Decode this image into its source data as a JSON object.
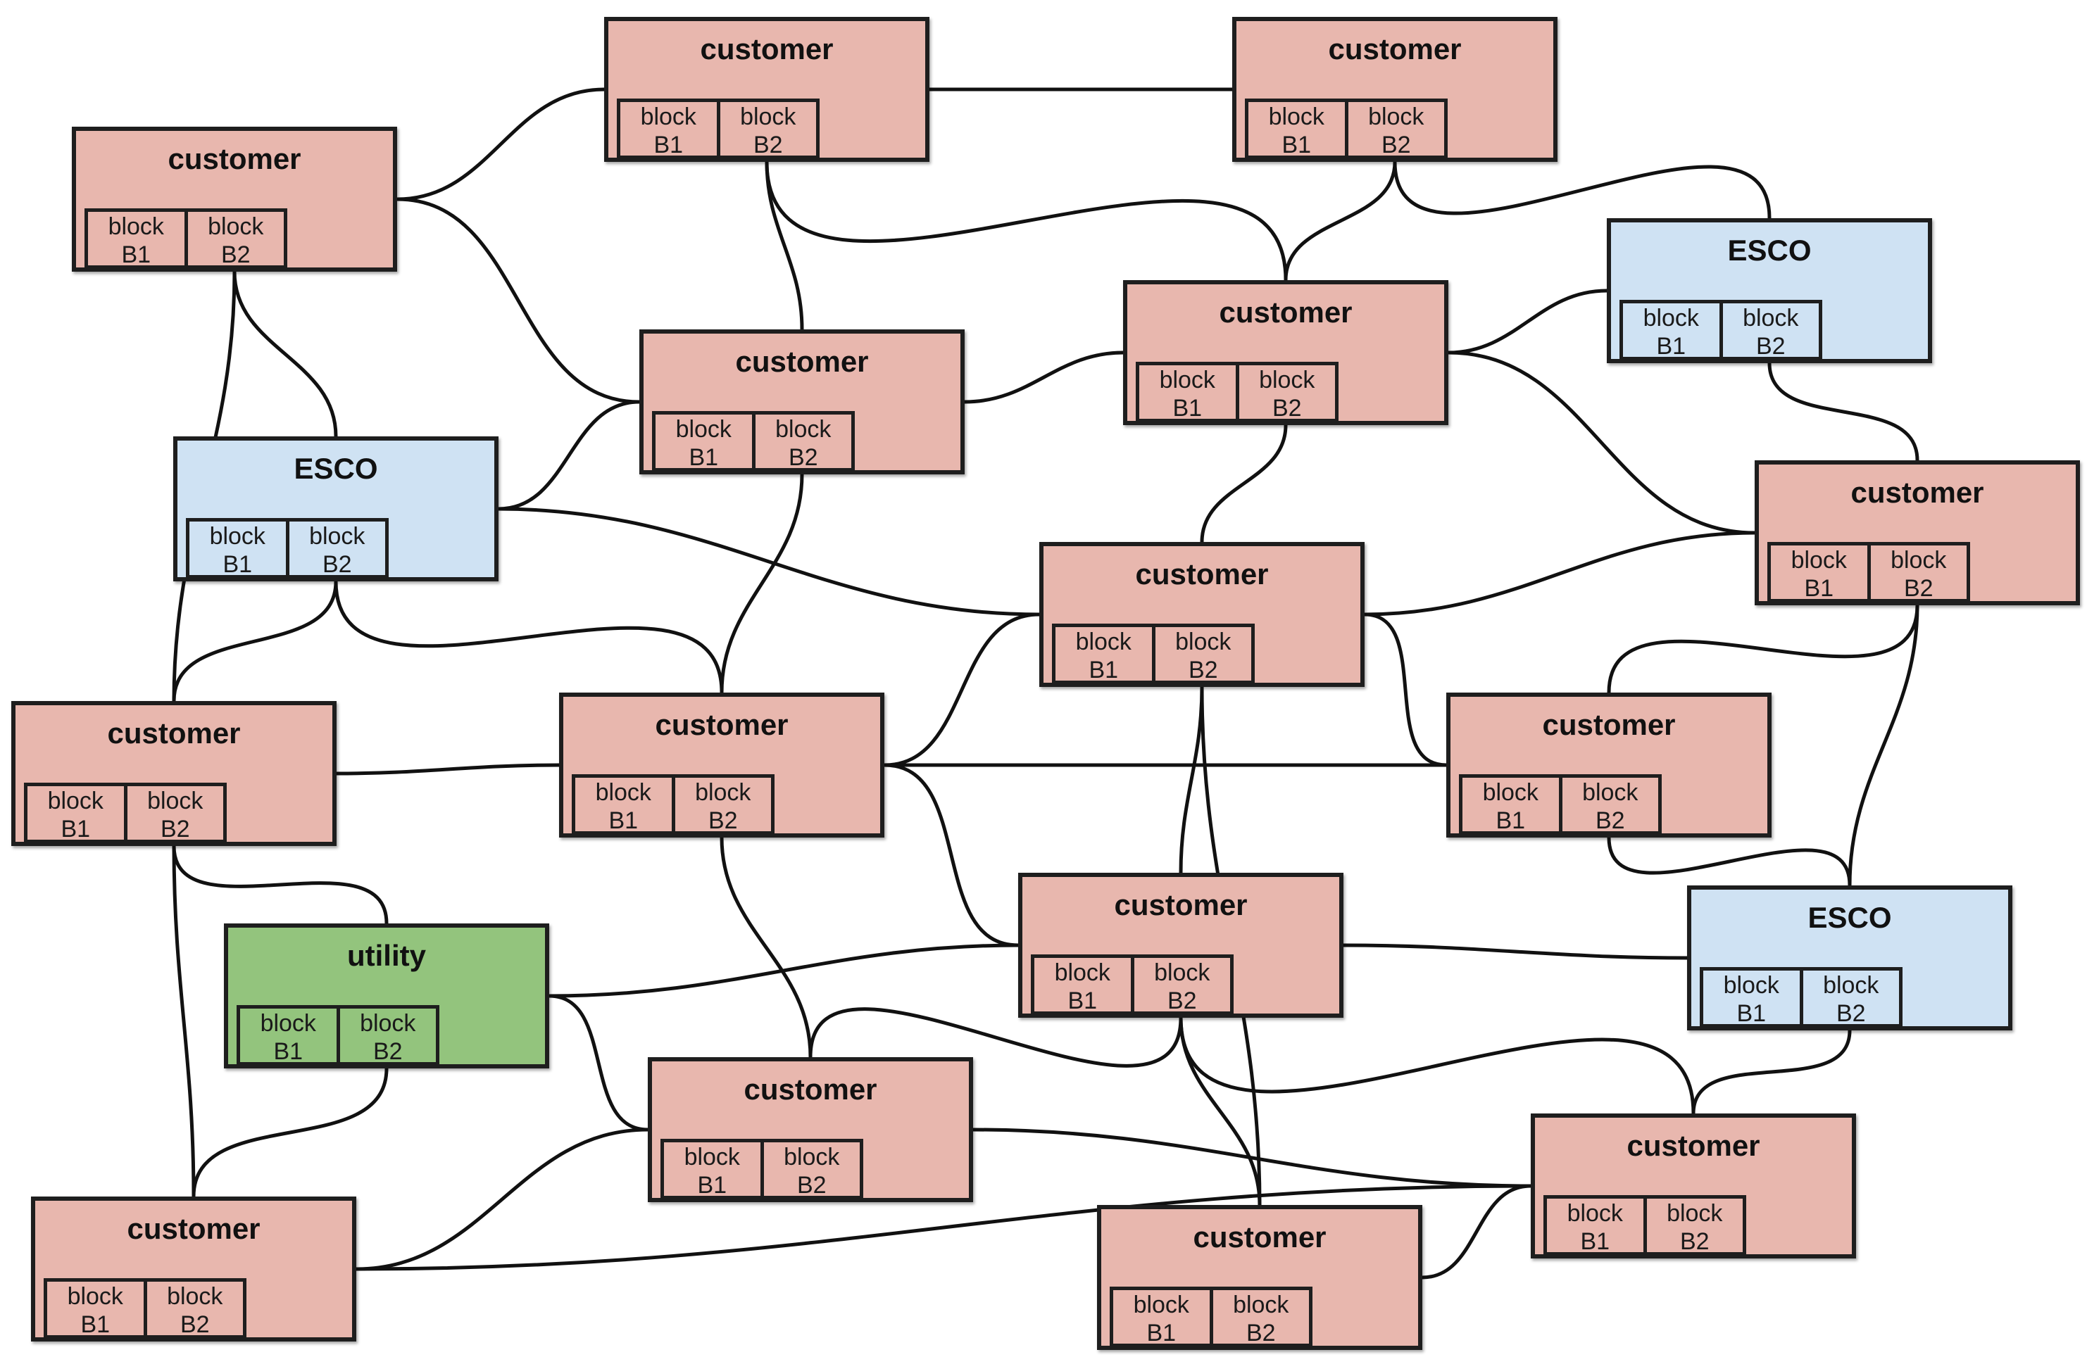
{
  "colors": {
    "customer": "#e8b7ae",
    "esco": "#cfe2f3",
    "utility": "#93c47d",
    "edge": "#111111"
  },
  "nodes": [
    {
      "id": "n1",
      "type": "customer",
      "title": "customer",
      "blocks": [
        {
          "line1": "block",
          "line2": "B1"
        },
        {
          "line1": "block",
          "line2": "B2"
        }
      ]
    },
    {
      "id": "n2",
      "type": "customer",
      "title": "customer",
      "blocks": [
        {
          "line1": "block",
          "line2": "B1"
        },
        {
          "line1": "block",
          "line2": "B2"
        }
      ]
    },
    {
      "id": "n3",
      "type": "customer",
      "title": "customer",
      "blocks": [
        {
          "line1": "block",
          "line2": "B1"
        },
        {
          "line1": "block",
          "line2": "B2"
        }
      ]
    },
    {
      "id": "n4",
      "type": "customer",
      "title": "customer",
      "blocks": [
        {
          "line1": "block",
          "line2": "B1"
        },
        {
          "line1": "block",
          "line2": "B2"
        }
      ]
    },
    {
      "id": "n5",
      "type": "customer",
      "title": "customer",
      "blocks": [
        {
          "line1": "block",
          "line2": "B1"
        },
        {
          "line1": "block",
          "line2": "B2"
        }
      ]
    },
    {
      "id": "n6",
      "type": "esco",
      "title": "ESCO",
      "blocks": [
        {
          "line1": "block",
          "line2": "B1"
        },
        {
          "line1": "block",
          "line2": "B2"
        }
      ]
    },
    {
      "id": "n7",
      "type": "esco",
      "title": "ESCO",
      "blocks": [
        {
          "line1": "block",
          "line2": "B1"
        },
        {
          "line1": "block",
          "line2": "B2"
        }
      ]
    },
    {
      "id": "n8",
      "type": "customer",
      "title": "customer",
      "blocks": [
        {
          "line1": "block",
          "line2": "B1"
        },
        {
          "line1": "block",
          "line2": "B2"
        }
      ]
    },
    {
      "id": "n9",
      "type": "customer",
      "title": "customer",
      "blocks": [
        {
          "line1": "block",
          "line2": "B1"
        },
        {
          "line1": "block",
          "line2": "B2"
        }
      ]
    },
    {
      "id": "n10",
      "type": "customer",
      "title": "customer",
      "blocks": [
        {
          "line1": "block",
          "line2": "B1"
        },
        {
          "line1": "block",
          "line2": "B2"
        }
      ]
    },
    {
      "id": "n11",
      "type": "customer",
      "title": "customer",
      "blocks": [
        {
          "line1": "block",
          "line2": "B1"
        },
        {
          "line1": "block",
          "line2": "B2"
        }
      ]
    },
    {
      "id": "n12",
      "type": "customer",
      "title": "customer",
      "blocks": [
        {
          "line1": "block",
          "line2": "B1"
        },
        {
          "line1": "block",
          "line2": "B2"
        }
      ]
    },
    {
      "id": "n13",
      "type": "customer",
      "title": "customer",
      "blocks": [
        {
          "line1": "block",
          "line2": "B1"
        },
        {
          "line1": "block",
          "line2": "B2"
        }
      ]
    },
    {
      "id": "n14",
      "type": "utility",
      "title": "utility",
      "blocks": [
        {
          "line1": "block",
          "line2": "B1"
        },
        {
          "line1": "block",
          "line2": "B2"
        }
      ]
    },
    {
      "id": "n15",
      "type": "esco",
      "title": "ESCO",
      "blocks": [
        {
          "line1": "block",
          "line2": "B1"
        },
        {
          "line1": "block",
          "line2": "B2"
        }
      ]
    },
    {
      "id": "n16",
      "type": "customer",
      "title": "customer",
      "blocks": [
        {
          "line1": "block",
          "line2": "B1"
        },
        {
          "line1": "block",
          "line2": "B2"
        }
      ]
    },
    {
      "id": "n17",
      "type": "customer",
      "title": "customer",
      "blocks": [
        {
          "line1": "block",
          "line2": "B1"
        },
        {
          "line1": "block",
          "line2": "B2"
        }
      ]
    },
    {
      "id": "n18",
      "type": "customer",
      "title": "customer",
      "blocks": [
        {
          "line1": "block",
          "line2": "B1"
        },
        {
          "line1": "block",
          "line2": "B2"
        }
      ]
    },
    {
      "id": "n19",
      "type": "customer",
      "title": "customer",
      "blocks": [
        {
          "line1": "block",
          "line2": "B1"
        },
        {
          "line1": "block",
          "line2": "B2"
        }
      ]
    }
  ],
  "edges": [
    [
      "n1",
      "n2"
    ],
    [
      "n1",
      "n5"
    ],
    [
      "n1",
      "n7"
    ],
    [
      "n1",
      "n10"
    ],
    [
      "n2",
      "n3"
    ],
    [
      "n2",
      "n4"
    ],
    [
      "n2",
      "n5"
    ],
    [
      "n3",
      "n4"
    ],
    [
      "n3",
      "n6"
    ],
    [
      "n4",
      "n5"
    ],
    [
      "n4",
      "n6"
    ],
    [
      "n4",
      "n8"
    ],
    [
      "n4",
      "n9"
    ],
    [
      "n5",
      "n7"
    ],
    [
      "n5",
      "n11"
    ],
    [
      "n6",
      "n8"
    ],
    [
      "n7",
      "n9"
    ],
    [
      "n7",
      "n10"
    ],
    [
      "n7",
      "n11"
    ],
    [
      "n8",
      "n9"
    ],
    [
      "n8",
      "n12"
    ],
    [
      "n8",
      "n15"
    ],
    [
      "n9",
      "n11"
    ],
    [
      "n9",
      "n12"
    ],
    [
      "n9",
      "n13"
    ],
    [
      "n9",
      "n18"
    ],
    [
      "n10",
      "n11"
    ],
    [
      "n10",
      "n14"
    ],
    [
      "n10",
      "n17"
    ],
    [
      "n11",
      "n12"
    ],
    [
      "n11",
      "n13"
    ],
    [
      "n11",
      "n16"
    ],
    [
      "n12",
      "n15"
    ],
    [
      "n13",
      "n14"
    ],
    [
      "n13",
      "n15"
    ],
    [
      "n13",
      "n16"
    ],
    [
      "n13",
      "n18"
    ],
    [
      "n13",
      "n19"
    ],
    [
      "n14",
      "n16"
    ],
    [
      "n14",
      "n17"
    ],
    [
      "n15",
      "n19"
    ],
    [
      "n16",
      "n17"
    ],
    [
      "n16",
      "n19"
    ],
    [
      "n17",
      "n19"
    ],
    [
      "n18",
      "n19"
    ]
  ]
}
